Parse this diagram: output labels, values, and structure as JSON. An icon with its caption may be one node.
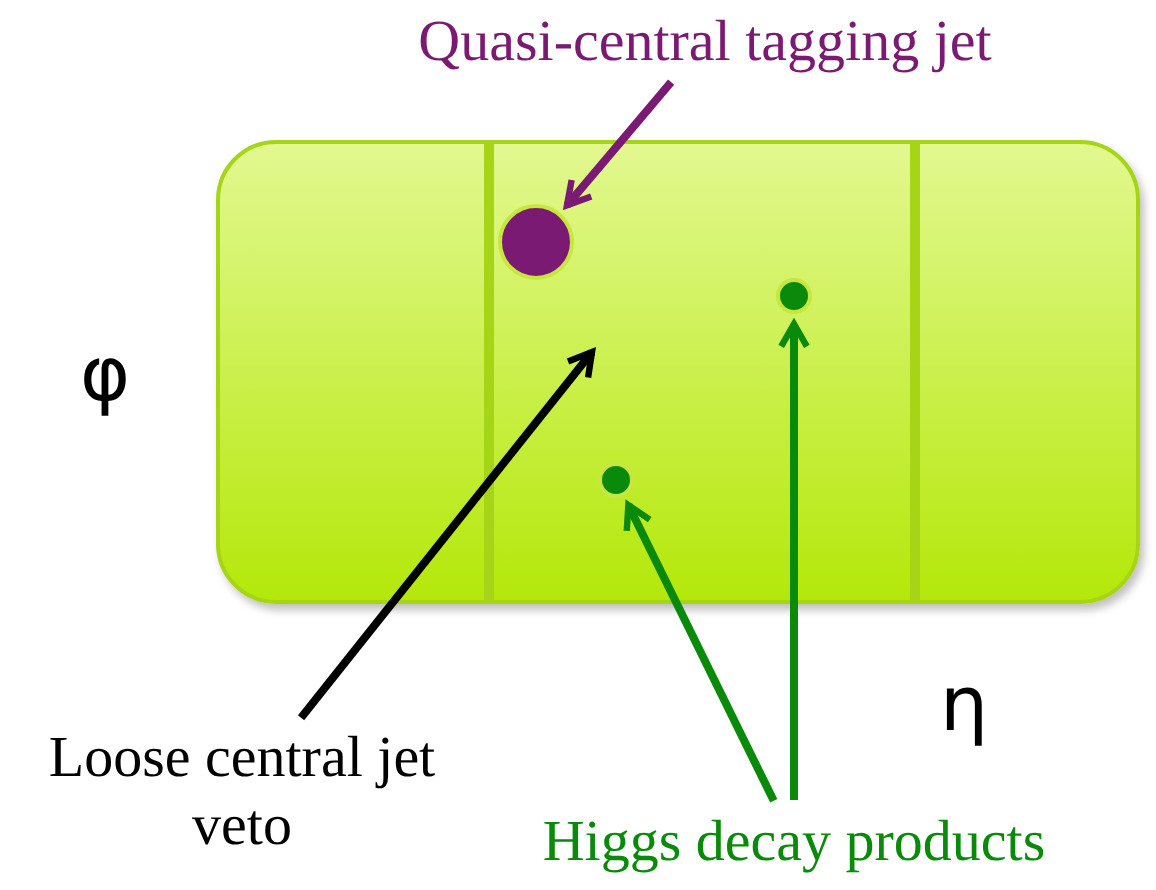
{
  "diagram": {
    "nodes": [
      {
        "text": [],
        "shape": "box"
      },
      {
        "text": [
          "Quasi-central tagging jet"
        ]
      },
      {
        "text": [],
        "shape": "circle",
        "in": 0
      },
      {
        "text": [
          "Loose central jet veto"
        ]
      },
      {
        "text": [],
        "shape": "circle",
        "in": 0
      },
      {
        "text": [],
        "shape": "circle",
        "in": 0
      },
      {
        "text": [
          "Higgs decay products"
        ]
      }
    ],
    "edges": [
      {
        "from": 1,
        "to": 2,
        "arrow": "to",
        "color": "#7a1a72"
      },
      {
        "from": 3,
        "to": null,
        "arrow": "to",
        "color": "#000000"
      },
      {
        "from": 6,
        "to": 5,
        "arrow": "to",
        "color": "#0a8a0a"
      },
      {
        "from": 6,
        "to": 4,
        "arrow": "to",
        "color": "#0a8a0a"
      }
    ],
    "labels": [
      "φ",
      "η"
    ]
  }
}
